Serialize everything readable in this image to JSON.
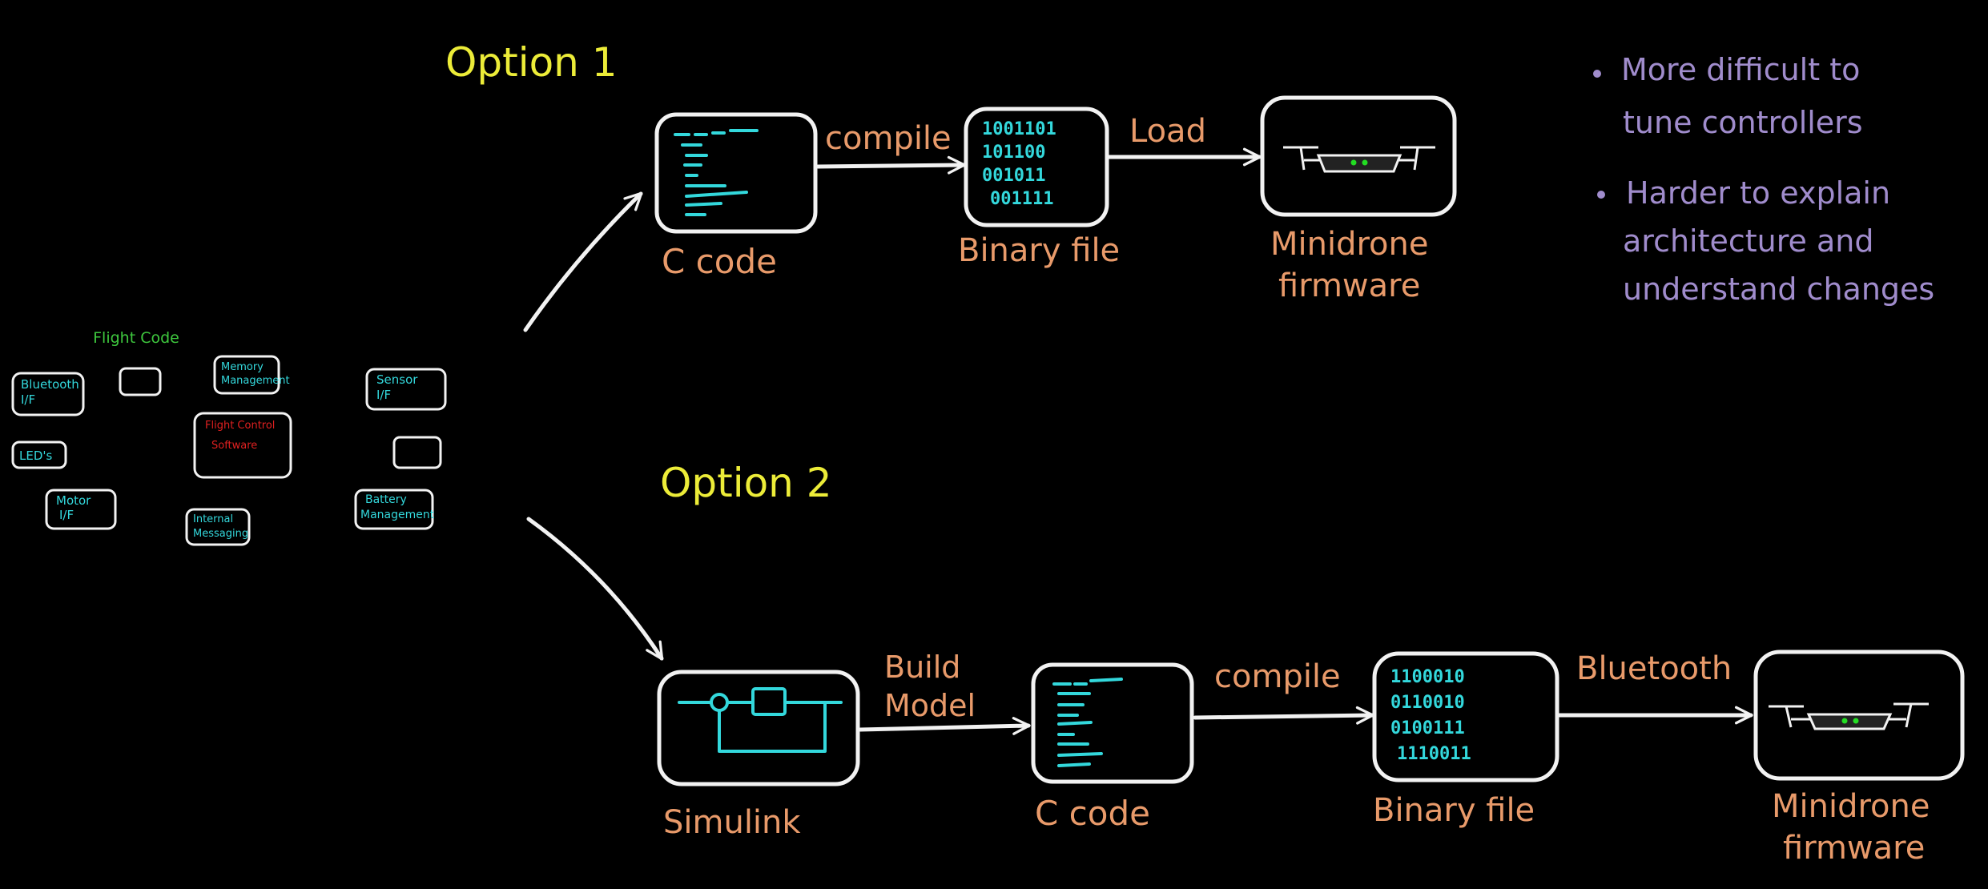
{
  "colors": {
    "background": "#000000",
    "stroke": "#f2f2f2",
    "option_title": "#ecec38",
    "label": "#e89a6a",
    "notes": "#a08ccc",
    "cyan": "#33d8dc",
    "flight_code": "#3ec83e",
    "flight_control": "#e02020",
    "drone_eyes": "#22dd22"
  },
  "left_cluster": {
    "title": "Flight Code",
    "modules": {
      "bluetooth": [
        "Bluetooth",
        "I/F"
      ],
      "memory": [
        "Memory",
        "Management"
      ],
      "sensor": [
        "Sensor",
        "I/F"
      ],
      "flight_control": [
        "Flight Control",
        "Software"
      ],
      "leds": [
        "LED's"
      ],
      "motor": [
        "Motor",
        "I/F"
      ],
      "internal": [
        "Internal",
        "Messaging"
      ],
      "battery": [
        "Battery",
        "Management"
      ]
    }
  },
  "option1": {
    "title": "Option 1",
    "c_code_label": "C code",
    "compile_label": "compile",
    "binary_lines": [
      "1001101",
      "101100",
      "001011",
      "001111"
    ],
    "binary_label": "Binary file",
    "load_label": "Load",
    "firmware_label": [
      "Minidrone",
      "firmware"
    ]
  },
  "option2": {
    "title": "Option 2",
    "simulink_label": "Simulink",
    "build_label": [
      "Build",
      "Model"
    ],
    "c_code_label": "C code",
    "compile_label": "compile",
    "binary_lines": [
      "1100010",
      "0110010",
      "0100111",
      "1110011"
    ],
    "binary_label": "Binary file",
    "bluetooth_label": "Bluetooth",
    "firmware_label": [
      "Minidrone",
      "firmware"
    ]
  },
  "notes": [
    [
      "More difficult to",
      "tune controllers"
    ],
    [
      "Harder to explain",
      "architecture and",
      "understand changes"
    ]
  ]
}
